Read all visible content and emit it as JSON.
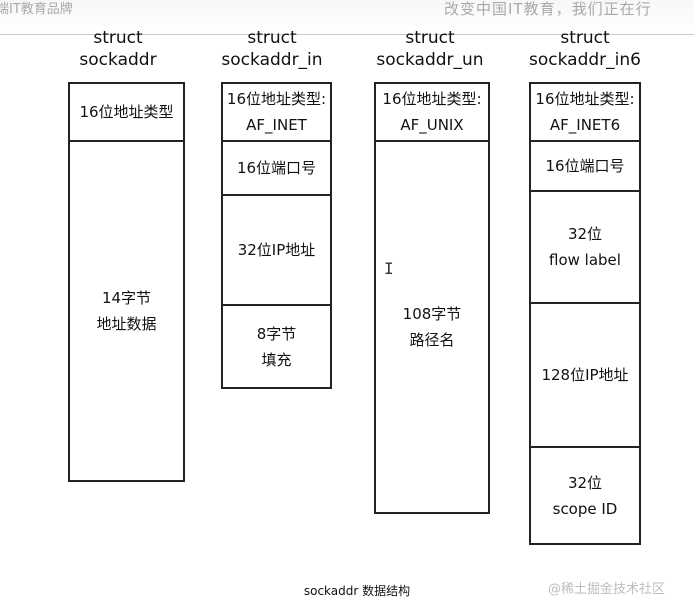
{
  "header": {
    "left_text": "端IT教育品牌",
    "right_text": "改变中国IT教育，我们正在行"
  },
  "columns": [
    {
      "title": "struct\nsockaddr",
      "cells": [
        {
          "lines": [
            "16位地址类型"
          ]
        },
        {
          "lines": [
            "14字节",
            "地址数据"
          ]
        }
      ]
    },
    {
      "title": "struct\nsockaddr_in",
      "cells": [
        {
          "lines": [
            "16位地址类型:",
            "AF_INET"
          ]
        },
        {
          "lines": [
            "16位端口号"
          ]
        },
        {
          "lines": [
            "32位IP地址"
          ]
        },
        {
          "lines": [
            "8字节",
            "填充"
          ]
        }
      ]
    },
    {
      "title": "struct\nsockaddr_un",
      "cells": [
        {
          "lines": [
            "16位地址类型:",
            "AF_UNIX"
          ]
        },
        {
          "lines": [
            "108字节",
            "路径名"
          ]
        }
      ]
    },
    {
      "title": "struct\nsockaddr_in6",
      "cells": [
        {
          "lines": [
            "16位地址类型:",
            "AF_INET6"
          ]
        },
        {
          "lines": [
            "16位端口号"
          ]
        },
        {
          "lines": [
            "32位",
            "flow label"
          ]
        },
        {
          "lines": [
            "128位IP地址"
          ]
        },
        {
          "lines": [
            "32位",
            "scope ID"
          ]
        }
      ]
    }
  ],
  "cursor_glyph": "I",
  "caption": "sockaddr 数据结构",
  "watermark": "@稀土掘金技术社区"
}
